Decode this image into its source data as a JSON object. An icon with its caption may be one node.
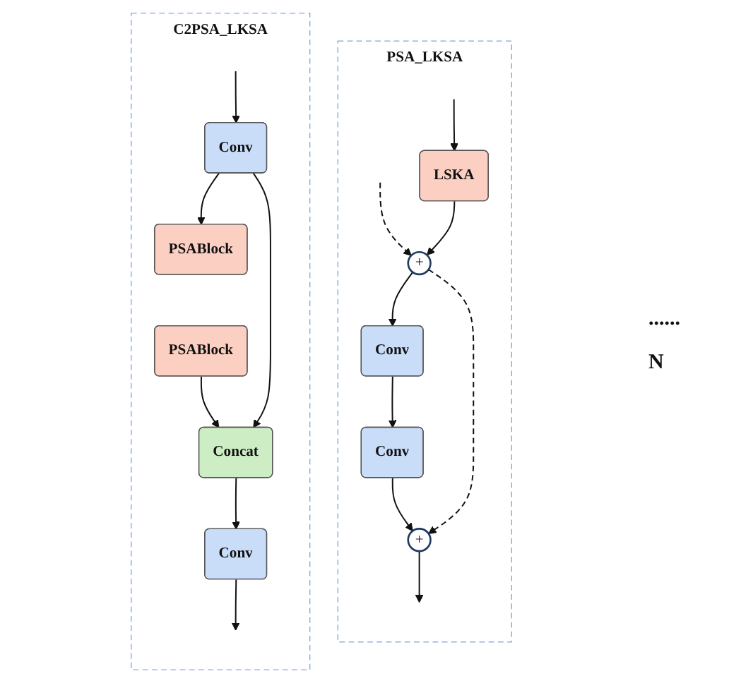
{
  "diagram": {
    "nodes": [
      {
        "text": [
          "C2PSA_LKSA"
        ]
      },
      {
        "text": [
          "Conv"
        ],
        "in": 0
      },
      {
        "text": [
          "PSABlock"
        ],
        "in": 0
      },
      {
        "text": [
          "PSABlock"
        ],
        "in": 0
      },
      {
        "text": [
          "Concat"
        ],
        "in": 0
      },
      {
        "text": [
          "Conv"
        ],
        "in": 0
      },
      {
        "text": [
          "PSA_LKSA"
        ]
      },
      {
        "text": [
          "LSKA"
        ],
        "in": 6
      },
      {
        "text": [
          "+"
        ],
        "in": 6
      },
      {
        "text": [
          "Conv"
        ],
        "in": 6
      },
      {
        "text": [
          "Conv"
        ],
        "in": 6
      },
      {
        "text": [
          "+"
        ],
        "in": 6
      }
    ],
    "edges": [
      {
        "from": null,
        "to": 1,
        "arrow": "to"
      },
      {
        "from": 1,
        "to": 2,
        "arrow": "to"
      },
      {
        "from": 3,
        "to": 4,
        "arrow": "to"
      },
      {
        "from": 1,
        "to": 4,
        "arrow": "to"
      },
      {
        "from": 4,
        "to": 5,
        "arrow": "to"
      },
      {
        "from": 5,
        "to": null,
        "arrow": "to"
      },
      {
        "from": null,
        "to": 7,
        "arrow": "to"
      },
      {
        "from": null,
        "to": 8,
        "arrow": "to",
        "style": "dashed"
      },
      {
        "from": 7,
        "to": 8,
        "arrow": "to"
      },
      {
        "from": 8,
        "to": 9,
        "arrow": "to"
      },
      {
        "from": 9,
        "to": 10,
        "arrow": "to"
      },
      {
        "from": 10,
        "to": 11,
        "arrow": "to"
      },
      {
        "from": 8,
        "to": 11,
        "arrow": "to",
        "style": "dashed"
      },
      {
        "from": 11,
        "to": null,
        "arrow": "to"
      }
    ],
    "labels": [
      "......",
      "N"
    ]
  }
}
